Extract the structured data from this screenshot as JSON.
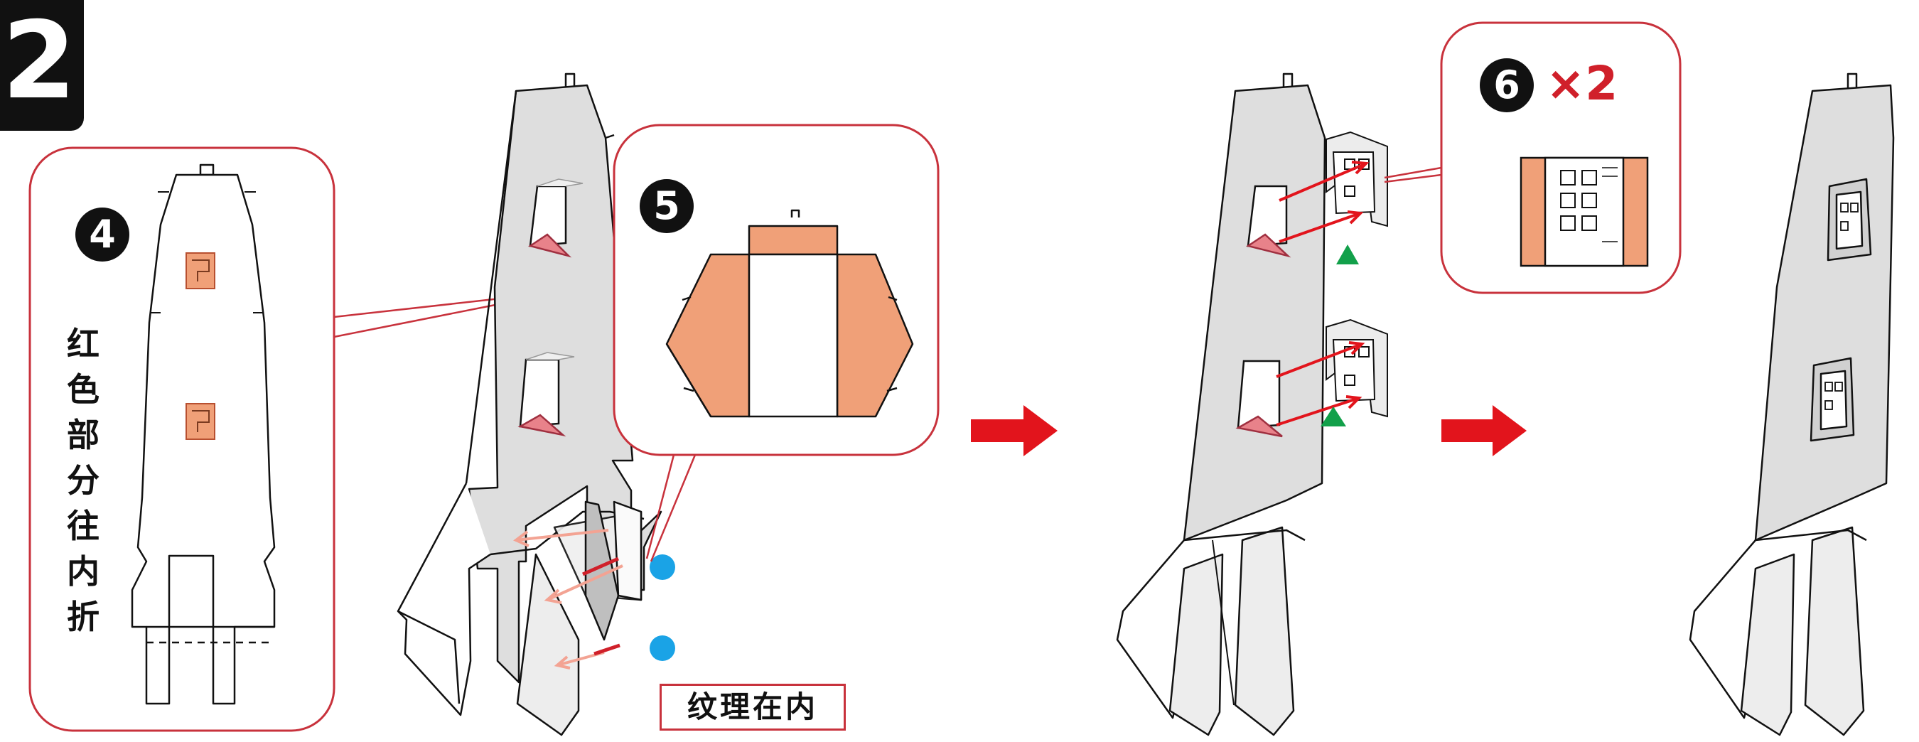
{
  "step": {
    "number": "2"
  },
  "callout_4": {
    "number": "4",
    "instruction": "红色部分往内折"
  },
  "callout_5": {
    "number": "5"
  },
  "callout_6": {
    "number": "6",
    "quantity": "×2"
  },
  "texture_label": "纹理在内",
  "icons": {
    "next_step": "red-arrow-right-icon",
    "fold_marker": "green-triangle-icon",
    "glue_marker": "blue-dot-icon"
  },
  "colors": {
    "fold_fill": "#f0a078",
    "frame_red": "#c8323c",
    "arrow_red": "#e2141c",
    "part_gray": "#dedede",
    "glue_blue": "#1aa3e6",
    "marker_green": "#12a04a",
    "text_red": "#d0202a"
  }
}
